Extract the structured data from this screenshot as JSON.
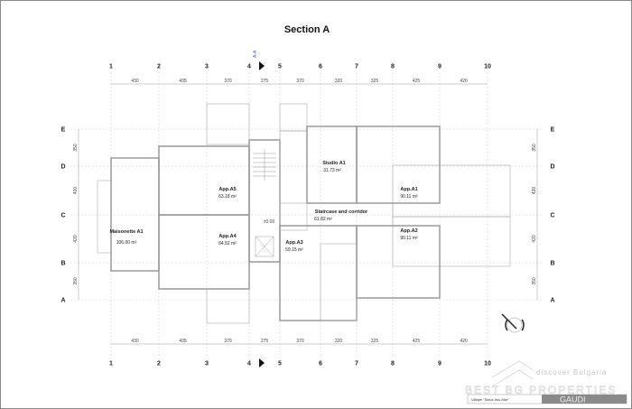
{
  "title": "Section A",
  "section_marker": "A-A",
  "axes_x": [
    "1",
    "2",
    "3",
    "4",
    "5",
    "6",
    "7",
    "8",
    "9",
    "10"
  ],
  "dims_x": [
    "430",
    "435",
    "370",
    "275",
    "370",
    "320",
    "325",
    "425",
    "420"
  ],
  "axes_y": [
    "E",
    "D",
    "C",
    "B",
    "A"
  ],
  "dims_y": [
    "350",
    "420",
    "420",
    "350"
  ],
  "level_mark": "±0.00",
  "rooms": {
    "maisonette": {
      "name": "Maisonette A1",
      "area": "106.00 m²",
      "color": "#f8f6c8"
    },
    "a5": {
      "name": "App.A5",
      "area": "63.18 m²",
      "color": "#f7f6cf"
    },
    "a4": {
      "name": "App.A4",
      "area": "64.52 m²",
      "color": "#e7f2cd"
    },
    "studio": {
      "name": "Studio A1",
      "area": "31.73 m²",
      "color": "#f3e2f3"
    },
    "corridor": {
      "name": "Staircase and corridor",
      "area": "61.82 m²",
      "color": "#eef2dc"
    },
    "a1": {
      "name": "App.A1",
      "area": "90.11 m²",
      "color": "#ece2e4"
    },
    "a2": {
      "name": "App.A2",
      "area": "90.11 m²",
      "color": "#f1e2f2"
    },
    "a3": {
      "name": "App.A3",
      "area": "59.15 m²",
      "color": "#e2e0f1"
    }
  },
  "title_block": {
    "project": "Village \"Sirius dou Mar\"",
    "firm": "GAUDI"
  },
  "watermark": {
    "line1": "discover Bulgaria",
    "line2": "BEST BG PROPERTIES"
  }
}
